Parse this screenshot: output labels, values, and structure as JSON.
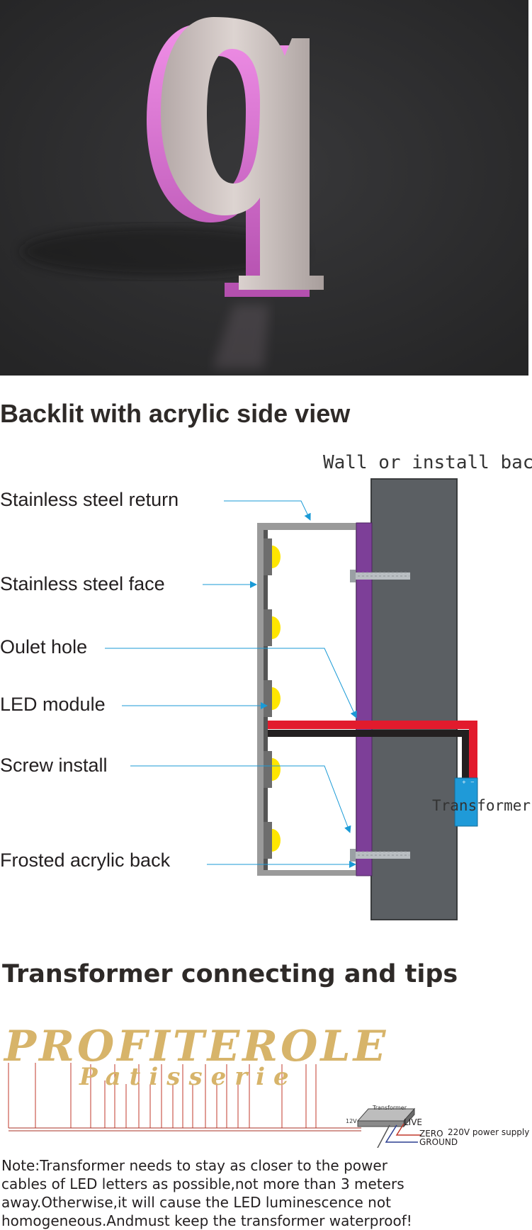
{
  "hero": {
    "glyph": "q",
    "background": "#2b2b2c",
    "glow_color": "#d86bd1",
    "metal_color": "#c9bfbb"
  },
  "section1": {
    "title": "Backlit with acrylic side view",
    "wall_label": "Wall or install back",
    "labels": [
      "Stainless steel return",
      "Stainless steel face",
      "Oulet hole",
      "LED module",
      "Screw install",
      "Frosted acrylic back"
    ],
    "transformer_label": "Transformer",
    "colors": {
      "wall": "#5b5f63",
      "acrylic": "#7d3f98",
      "frame": "#9a9a9a",
      "led": "#ffe600",
      "wire_live": "#e21b2d",
      "wire_zero": "#231f20",
      "transformer": "#1f9ad8",
      "arrow": "#1a9ad6"
    }
  },
  "section2": {
    "title": "Transformer connecting and tips",
    "logo_main": "PROFITEROLE",
    "logo_sub": "Patisserie",
    "logo_color": "#d7b46a",
    "transformer_small_label": "Transformer",
    "voltage_label": "12V",
    "wire_live": "LIVE",
    "wire_zero": "ZERO",
    "wire_ground": "GROUND",
    "supply_label": "220V power supply",
    "note_lines": [
      "Note:Transformer needs to stay as closer to the power",
      "cables of LED letters as possible,not more than 3 meters",
      "away.Otherwise,it will cause the LED luminescence not",
      "homogeneous.Andmust keep the transformer waterproof!"
    ]
  }
}
